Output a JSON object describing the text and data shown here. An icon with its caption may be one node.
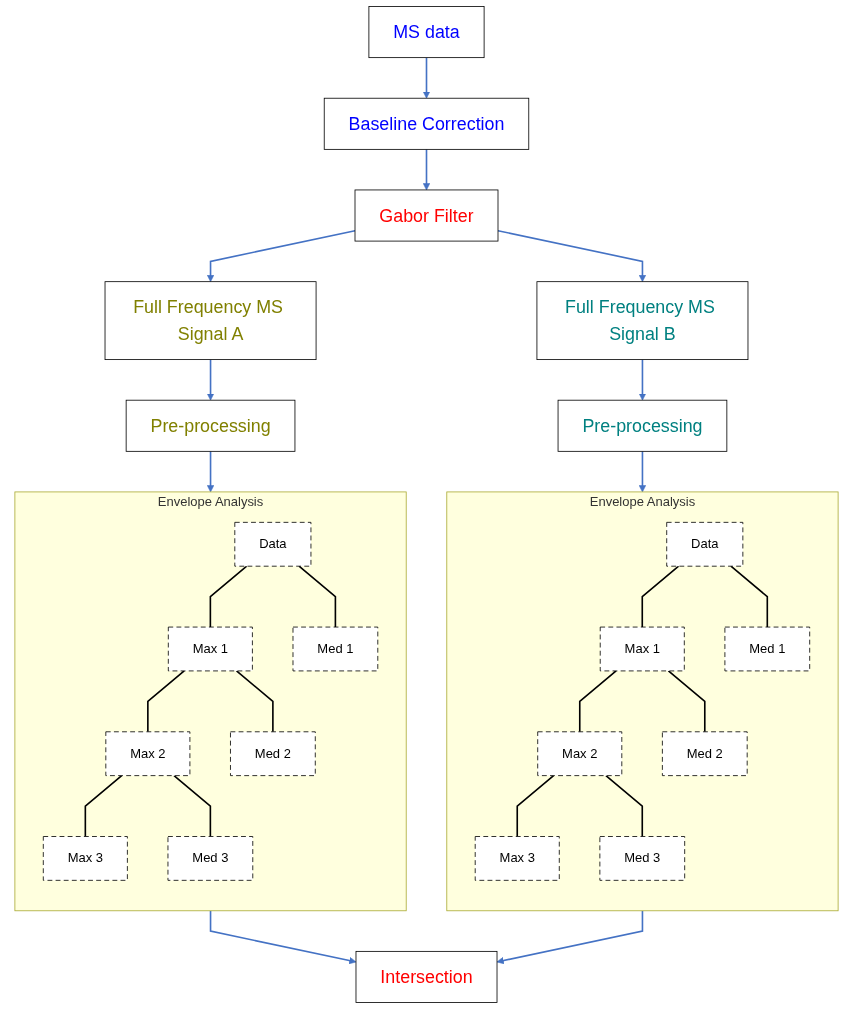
{
  "diagram": {
    "nodes": [
      {
        "text": [
          "MS data"
        ]
      },
      {
        "text": [
          "Baseline Correction"
        ]
      },
      {
        "text": [
          "Gabor Filter"
        ]
      },
      {
        "text": [
          "Full Frequency MS Signal A"
        ]
      },
      {
        "text": [
          "Full Frequency MS Signal B"
        ]
      },
      {
        "text": [
          "Pre-processing"
        ]
      },
      {
        "text": [
          "Pre-processing"
        ]
      },
      {
        "text": [
          "Envelope Analysis"
        ]
      },
      {
        "text": [
          "Data"
        ],
        "in": 7
      },
      {
        "text": [
          "Max 1"
        ],
        "in": 7
      },
      {
        "text": [
          "Med 1"
        ],
        "in": 7
      },
      {
        "text": [
          "Max 2"
        ],
        "in": 7
      },
      {
        "text": [
          "Med 2"
        ],
        "in": 7
      },
      {
        "text": [
          "Max 3"
        ],
        "in": 7
      },
      {
        "text": [
          "Med 3"
        ],
        "in": 7
      },
      {
        "text": [
          "Envelope Analysis"
        ]
      },
      {
        "text": [
          "Data"
        ],
        "in": 15
      },
      {
        "text": [
          "Max 1"
        ],
        "in": 15
      },
      {
        "text": [
          "Med 1"
        ],
        "in": 15
      },
      {
        "text": [
          "Max 2"
        ],
        "in": 15
      },
      {
        "text": [
          "Med 2"
        ],
        "in": 15
      },
      {
        "text": [
          "Max 3"
        ],
        "in": 15
      },
      {
        "text": [
          "Med 3"
        ],
        "in": 15
      },
      {
        "text": [
          "Intersection"
        ]
      }
    ],
    "edges": [
      {
        "from": 0,
        "to": 1,
        "arrow": "to",
        "color": "#4472c4"
      },
      {
        "from": 1,
        "to": 2,
        "arrow": "to",
        "color": "#4472c4"
      },
      {
        "from": 2,
        "to": 3,
        "arrow": "to",
        "color": "#4472c4"
      },
      {
        "from": 2,
        "to": 4,
        "arrow": "to",
        "color": "#4472c4"
      },
      {
        "from": 3,
        "to": 5,
        "arrow": "to",
        "color": "#4472c4"
      },
      {
        "from": 4,
        "to": 6,
        "arrow": "to",
        "color": "#4472c4"
      },
      {
        "from": 5,
        "to": 7,
        "arrow": "to",
        "color": "#4472c4"
      },
      {
        "from": 6,
        "to": 15,
        "arrow": "to",
        "color": "#4472c4"
      },
      {
        "from": 8,
        "to": 9,
        "arrow": "none"
      },
      {
        "from": 8,
        "to": 10,
        "arrow": "none"
      },
      {
        "from": 9,
        "to": 11,
        "arrow": "none"
      },
      {
        "from": 9,
        "to": 12,
        "arrow": "none"
      },
      {
        "from": 11,
        "to": 13,
        "arrow": "none"
      },
      {
        "from": 11,
        "to": 14,
        "arrow": "none"
      },
      {
        "from": 16,
        "to": 17,
        "arrow": "none"
      },
      {
        "from": 16,
        "to": 18,
        "arrow": "none"
      },
      {
        "from": 17,
        "to": 19,
        "arrow": "none"
      },
      {
        "from": 17,
        "to": 20,
        "arrow": "none"
      },
      {
        "from": 19,
        "to": 21,
        "arrow": "none"
      },
      {
        "from": 19,
        "to": 22,
        "arrow": "none"
      },
      {
        "from": 7,
        "to": 23,
        "arrow": "to",
        "color": "#4472c4"
      },
      {
        "from": 15,
        "to": 23,
        "arrow": "to",
        "color": "#4472c4"
      }
    ]
  }
}
